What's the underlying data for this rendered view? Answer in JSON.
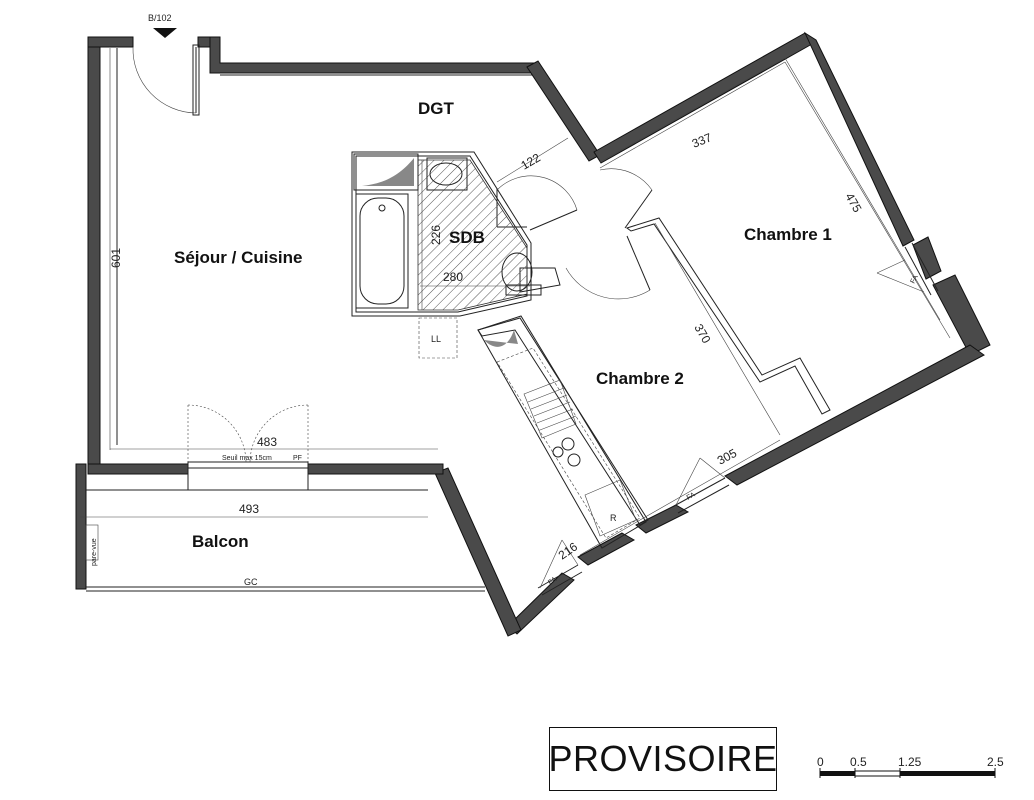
{
  "rooms": {
    "dgt": "DGT",
    "sejour": "Séjour / Cuisine",
    "sdb": "SDB",
    "chambre1": "Chambre 1",
    "chambre2": "Chambre 2",
    "balcon": "Balcon",
    "ll": "LL"
  },
  "labels": {
    "entry": "B/102",
    "threshold": "Seuil max 15cm",
    "pf": "PF",
    "gc": "GC",
    "pare_vue": "pare-vue",
    "fa": "FA",
    "fridge": "R"
  },
  "dimensions": {
    "d601": "601",
    "d483": "483",
    "d493": "493",
    "d122": "122",
    "d226": "226",
    "d280": "280",
    "d337": "337",
    "d475": "475",
    "d370": "370",
    "d305": "305",
    "d216": "216"
  },
  "stamp": "PROVISOIRE",
  "scale": {
    "ticks": [
      "0",
      "0.5",
      "1.25",
      "2.5"
    ]
  }
}
